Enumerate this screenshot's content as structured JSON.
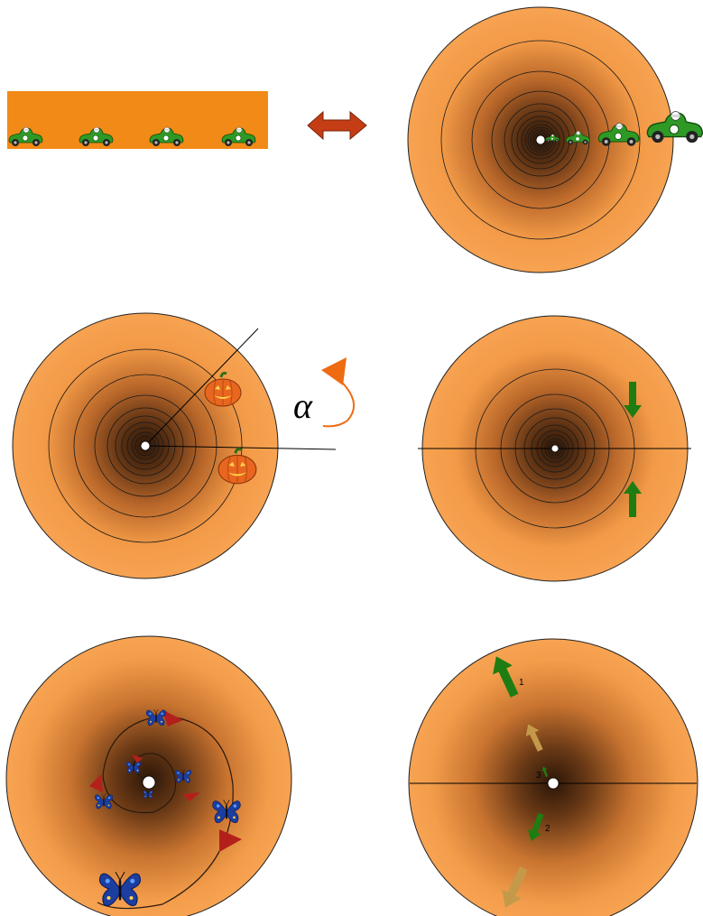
{
  "colors": {
    "disk": "#f7a04b",
    "strip": "#f28a17",
    "center": "#2b1608",
    "car": "#2e9a25",
    "pumpkin": "#e8661f",
    "arrow_green": "#1d7d12",
    "arrow_faded": "#c49a4a",
    "arrow_red": "#b3201b",
    "double_arrow": "#c43d14",
    "butterfly": "#1c3ea0"
  },
  "labels": {
    "alpha": "α",
    "arrow1": "1",
    "arrow2": "2",
    "arrow3": "3"
  },
  "icons": [
    "race-car-icon",
    "pumpkin-icon",
    "butterfly-icon",
    "double-arrow-icon",
    "rotation-arrow-icon"
  ]
}
